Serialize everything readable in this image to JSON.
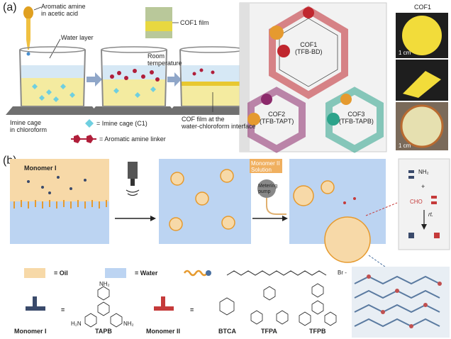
{
  "panel_a": {
    "label": "(a)",
    "aromatic_amine": "Aromatic amine\nin acetic acid",
    "water_layer": "Water layer",
    "cof1_film": "COF1 film",
    "room_temperature": "Room\ntemperature",
    "imine_cage_chloroform": "Imine cage\nin chloroform",
    "legend_imine_cage": "= Imine cage (C1)",
    "legend_linker": "= Aromatic amine linker",
    "cof_film_interface": "COF film at the\nwater-chloroform interface",
    "cof1": "COF1\n(TFB-BD)",
    "cof2": "COF2\n(TFB-TAPT)",
    "cof3": "COF3\n(TFB-TAPB)",
    "photo_title": "COF1",
    "scale_1": "1 cm",
    "scale_2": "1 cm"
  },
  "panel_b": {
    "label": "(b)",
    "monomer_i": "Monomer I",
    "monomer_ii_solution": "Monomer II\nSolution",
    "metering_pump": "Metering\npump",
    "nh2": "NH₂",
    "plus": "+",
    "cho": "CHO",
    "rt": "rt.",
    "legend_oil": "= Oil",
    "legend_water": "= Water",
    "surfactant_formula": "Br -",
    "eq1": "=",
    "eq2": "=",
    "eq3": "=",
    "monomer_i_label": "Monomer I",
    "tapb": "TAPB",
    "monomer_ii_label": "Monomer II",
    "btca": "BTCA",
    "tfpa": "TFPA",
    "tfpb": "TFPB",
    "nh2_top": "NH₂",
    "h2n_left": "H₂N",
    "nh2_right": "NH₂"
  },
  "colors": {
    "oil": "#f7d9a8",
    "water": "#bcd4f2",
    "cof_red": "#c0262e",
    "cof_purple": "#8c2a6b",
    "cof_teal": "#2ba38a",
    "cof_orange": "#e59a2f",
    "film_yellow": "#f2dc3a",
    "monomer_blue": "#3a4a6b",
    "monomer_red": "#c53a3a"
  }
}
